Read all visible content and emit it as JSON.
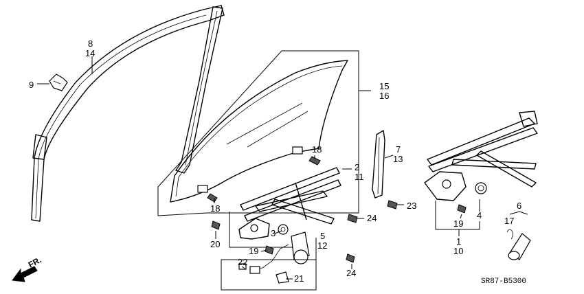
{
  "diagram": {
    "code": "SR87-B5300",
    "direction_label": "FR.",
    "labels": {
      "l8": "8",
      "l14": "14",
      "l9": "9",
      "l15": "15",
      "l16": "16",
      "l18a": "18",
      "l18b": "18",
      "l2": "2",
      "l11": "11",
      "l7": "7",
      "l13": "13",
      "l23": "23",
      "l24a": "24",
      "l24b": "24",
      "l20": "20",
      "l3": "3",
      "l19a": "19",
      "l5": "5",
      "l12": "12",
      "l22": "22",
      "l21": "21",
      "l19b": "19",
      "l4": "4",
      "l1": "1",
      "l10": "10",
      "l6": "6",
      "l17": "17"
    }
  }
}
